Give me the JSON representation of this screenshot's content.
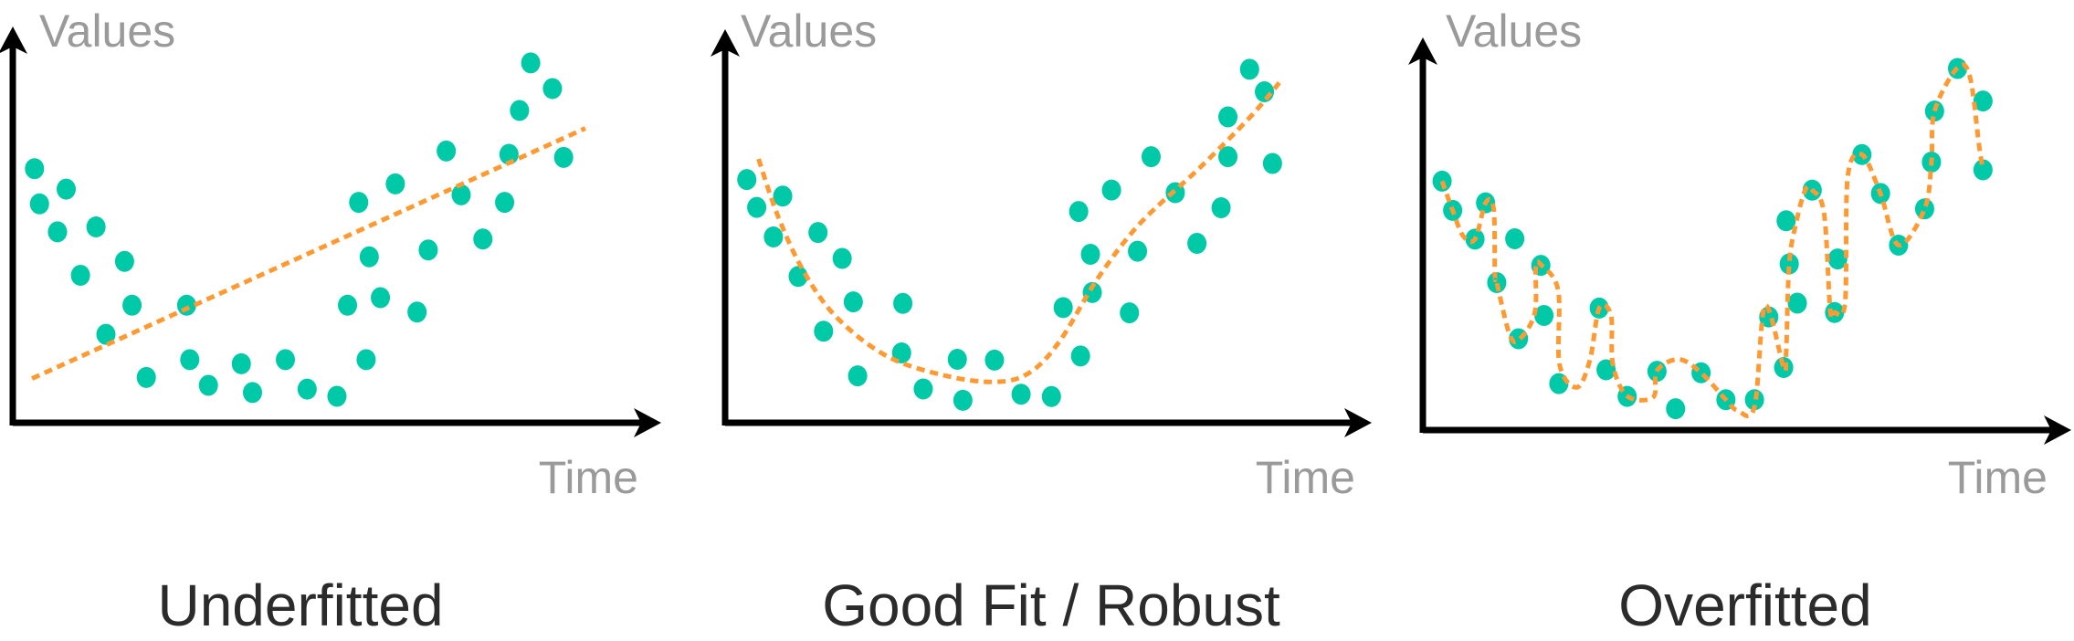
{
  "colors": {
    "point": "#00c9a7",
    "fit": "#ff9a33",
    "axis": "#000000",
    "axis_label": "#9a9a9a",
    "title": "#2b2b2b"
  },
  "chart_data": [
    {
      "type": "scatter",
      "title": "Underfitted",
      "xlabel": "Time",
      "ylabel": "Values",
      "xlim": [
        0,
        100
      ],
      "ylim": [
        0,
        100
      ],
      "points": [
        [
          3.5,
          67.2
        ],
        [
          4.3,
          57.9
        ],
        [
          7.2,
          50.5
        ],
        [
          8.6,
          61.8
        ],
        [
          10.9,
          39.0
        ],
        [
          13.4,
          51.8
        ],
        [
          15.0,
          23.4
        ],
        [
          18.0,
          42.7
        ],
        [
          19.2,
          31.1
        ],
        [
          21.5,
          12.0
        ],
        [
          28.0,
          31.1
        ],
        [
          28.5,
          16.7
        ],
        [
          31.5,
          9.9
        ],
        [
          36.8,
          15.6
        ],
        [
          38.6,
          8.0
        ],
        [
          43.9,
          16.7
        ],
        [
          47.4,
          8.9
        ],
        [
          52.2,
          7.0
        ],
        [
          53.9,
          31.1
        ],
        [
          55.7,
          58.3
        ],
        [
          56.9,
          16.7
        ],
        [
          57.4,
          43.9
        ],
        [
          59.2,
          33.1
        ],
        [
          61.6,
          63.2
        ],
        [
          65.1,
          29.3
        ],
        [
          66.9,
          45.7
        ],
        [
          69.8,
          71.9
        ],
        [
          72.2,
          60.3
        ],
        [
          75.7,
          48.6
        ],
        [
          79.2,
          58.3
        ],
        [
          79.9,
          71.0
        ],
        [
          81.6,
          82.6
        ],
        [
          83.4,
          95.2
        ],
        [
          86.9,
          88.4
        ],
        [
          88.7,
          70.2
        ]
      ],
      "fit": {
        "kind": "linear",
        "points": [
          [
            3.1,
            11.7
          ],
          [
            92.2,
            77.9
          ]
        ]
      }
    },
    {
      "type": "scatter",
      "title": "Good Fit / Robust",
      "xlabel": "Time",
      "ylabel": "Values",
      "xlim": [
        0,
        100
      ],
      "ylim": [
        0,
        100
      ],
      "points": [
        [
          3.5,
          64.8
        ],
        [
          5.1,
          57.4
        ],
        [
          7.8,
          49.5
        ],
        [
          9.3,
          60.4
        ],
        [
          11.8,
          39.0
        ],
        [
          15.0,
          50.7
        ],
        [
          15.9,
          24.4
        ],
        [
          18.9,
          43.8
        ],
        [
          20.7,
          32.2
        ],
        [
          21.4,
          12.5
        ],
        [
          28.7,
          31.8
        ],
        [
          28.5,
          18.6
        ],
        [
          32.0,
          9.0
        ],
        [
          37.5,
          16.9
        ],
        [
          38.4,
          6.0
        ],
        [
          43.5,
          16.7
        ],
        [
          47.8,
          7.6
        ],
        [
          52.7,
          7.0
        ],
        [
          54.6,
          30.7
        ],
        [
          57.1,
          56.3
        ],
        [
          57.4,
          17.8
        ],
        [
          59.0,
          44.9
        ],
        [
          59.3,
          34.7
        ],
        [
          62.4,
          62.0
        ],
        [
          65.3,
          29.3
        ],
        [
          66.6,
          45.7
        ],
        [
          68.8,
          70.9
        ],
        [
          72.7,
          61.3
        ],
        [
          76.2,
          47.8
        ],
        [
          80.1,
          57.3
        ],
        [
          81.2,
          70.9
        ],
        [
          81.2,
          81.5
        ],
        [
          84.7,
          94.2
        ],
        [
          87.1,
          88.2
        ],
        [
          88.4,
          69.1
        ]
      ],
      "fit": {
        "kind": "smooth",
        "points": [
          [
            5.4,
            70.3
          ],
          [
            8.5,
            55.2
          ],
          [
            12.6,
            40.6
          ],
          [
            18.0,
            28.1
          ],
          [
            26.2,
            17.7
          ],
          [
            35.7,
            12.5
          ],
          [
            43.9,
            10.9
          ],
          [
            49.3,
            13.5
          ],
          [
            54.1,
            21.9
          ],
          [
            60.2,
            38.5
          ],
          [
            67.0,
            53.1
          ],
          [
            76.5,
            67.7
          ],
          [
            84.7,
            81.3
          ],
          [
            89.5,
            90.6
          ]
        ]
      }
    },
    {
      "type": "scatter",
      "title": "Overfitted",
      "xlabel": "Time",
      "ylabel": "Values",
      "xlim": [
        0,
        100
      ],
      "ylim": [
        0,
        100
      ],
      "points": [
        [
          3.1,
          66.5
        ],
        [
          4.8,
          58.7
        ],
        [
          8.4,
          51.0
        ],
        [
          10.1,
          60.7
        ],
        [
          11.9,
          39.4
        ],
        [
          14.8,
          51.1
        ],
        [
          15.4,
          24.4
        ],
        [
          19.0,
          44.0
        ],
        [
          19.5,
          30.6
        ],
        [
          21.9,
          12.4
        ],
        [
          28.4,
          32.6
        ],
        [
          29.5,
          16.1
        ],
        [
          32.9,
          9.0
        ],
        [
          37.7,
          15.7
        ],
        [
          40.7,
          5.7
        ],
        [
          44.8,
          15.3
        ],
        [
          48.8,
          8.1
        ],
        [
          53.4,
          8.1
        ],
        [
          55.7,
          30.2
        ],
        [
          58.1,
          16.7
        ],
        [
          58.5,
          55.9
        ],
        [
          59.0,
          44.4
        ],
        [
          60.3,
          33.9
        ],
        [
          62.7,
          64.1
        ],
        [
          66.3,
          31.4
        ],
        [
          66.8,
          45.7
        ],
        [
          70.7,
          73.6
        ],
        [
          73.7,
          63.2
        ],
        [
          76.6,
          49.4
        ],
        [
          80.8,
          59.1
        ],
        [
          81.9,
          71.6
        ],
        [
          82.4,
          85.2
        ],
        [
          86.1,
          96.6
        ],
        [
          90.2,
          87.9
        ],
        [
          90.2,
          69.5
        ]
      ],
      "fit": {
        "kind": "smooth",
        "points": [
          [
            3.1,
            66.5
          ],
          [
            4.8,
            58.7
          ],
          [
            6.5,
            51.8
          ],
          [
            8.4,
            51.0
          ],
          [
            10.1,
            60.7
          ],
          [
            11.4,
            59.1
          ],
          [
            11.6,
            41.5
          ],
          [
            11.9,
            39.4
          ],
          [
            13.9,
            25.9
          ],
          [
            15.4,
            24.0
          ],
          [
            18.0,
            31.1
          ],
          [
            18.2,
            43.5
          ],
          [
            19.0,
            44.2
          ],
          [
            21.8,
            37.3
          ],
          [
            22.0,
            17.6
          ],
          [
            24.8,
            11.4
          ],
          [
            26.9,
            18.7
          ],
          [
            28.4,
            32.6
          ],
          [
            30.3,
            30.6
          ],
          [
            30.6,
            17.6
          ],
          [
            32.9,
            9.1
          ],
          [
            37.1,
            8.8
          ],
          [
            37.7,
            15.9
          ],
          [
            41.2,
            18.9
          ],
          [
            44.8,
            15.3
          ],
          [
            48.8,
            8.1
          ],
          [
            50.7,
            5.2
          ],
          [
            53.4,
            6.2
          ],
          [
            55.1,
            33.2
          ],
          [
            58.1,
            16.8
          ],
          [
            58.5,
            20.7
          ],
          [
            59.0,
            44.5
          ],
          [
            60.2,
            56.0
          ],
          [
            61.6,
            64.2
          ],
          [
            62.7,
            64.1
          ],
          [
            64.6,
            58.0
          ],
          [
            65.6,
            32.1
          ],
          [
            66.3,
            31.4
          ],
          [
            68.0,
            34.2
          ],
          [
            68.4,
            67.4
          ],
          [
            70.7,
            73.6
          ],
          [
            73.7,
            63.1
          ],
          [
            76.6,
            49.4
          ],
          [
            80.8,
            59.1
          ],
          [
            81.9,
            71.6
          ],
          [
            82.4,
            85.2
          ],
          [
            86.1,
            96.8
          ],
          [
            88.1,
            94.3
          ],
          [
            89.6,
            75.6
          ],
          [
            90.2,
            69.7
          ]
        ]
      }
    }
  ]
}
